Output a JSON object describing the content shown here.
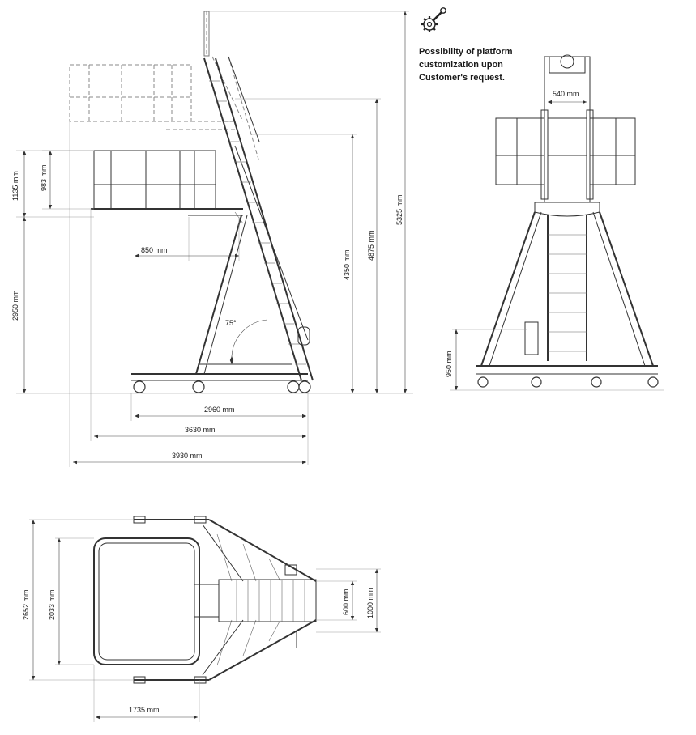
{
  "note": {
    "icon": "gear-wrench-icon",
    "lines": [
      "Possibility of platform",
      "customization upon",
      "Customer's request."
    ]
  },
  "side_view": {
    "height_total": "5325 mm",
    "height_mid": "4875 mm",
    "height_platform": "4350 mm",
    "height_base": "2950 mm",
    "height_rail_outer": "1135 mm",
    "height_rail_inner": "983 mm",
    "overhang": "850 mm",
    "angle": "75°",
    "length_base": "2960 mm",
    "length_mid": "3630 mm",
    "length_total": "3930 mm"
  },
  "front_view": {
    "width_top": "540 mm",
    "height_lower": "950 mm"
  },
  "top_view": {
    "depth_total": "2652 mm",
    "depth_platform": "2033 mm",
    "width_step": "600 mm",
    "width_base": "1000 mm",
    "length_platform": "1735 mm"
  }
}
